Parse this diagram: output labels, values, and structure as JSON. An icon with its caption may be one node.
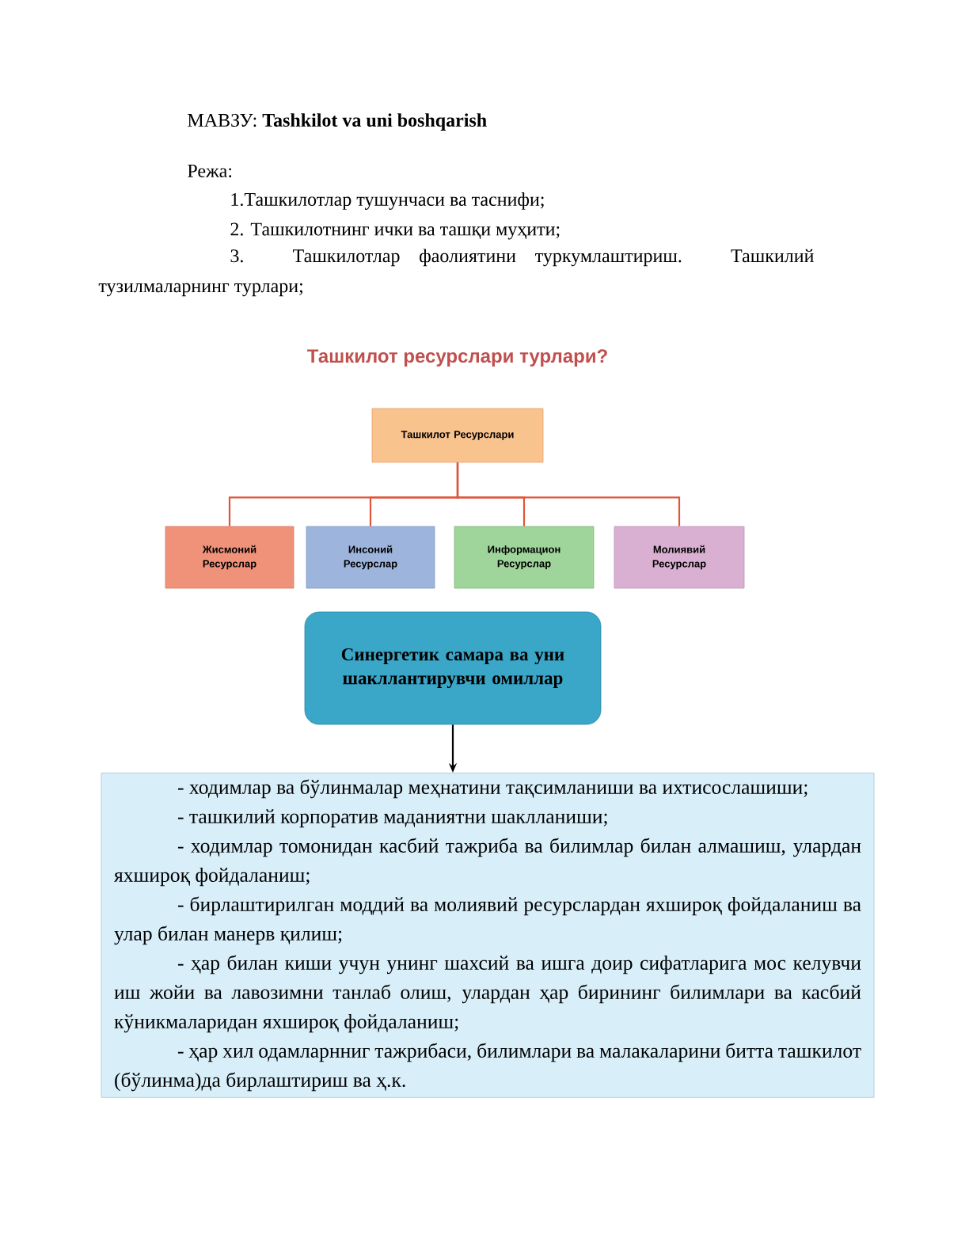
{
  "diagram": {
    "title": "Ташкилот ресурслари турлари?",
    "nodes": [
      {
        "text": [
          "Ташкилот Ресурслари"
        ]
      },
      {
        "text": [
          "Жисмоний Ресурслар"
        ]
      },
      {
        "text": [
          "Инсоний Ресурслар"
        ]
      },
      {
        "text": [
          "Информацион Ресурслар"
        ]
      },
      {
        "text": [
          "Молиявий Ресурслар"
        ]
      },
      {
        "text": [
          "Синергетик самара ва уни шакллантирувчи омиллар"
        ]
      },
      {
        "text": [
          "- ходимлар ва бўлинмалар меҳнатини тақсимланиши ва ихтисослашиши;",
          "- ташкилий корпоратив маданиятни шаклланиши;",
          "- ходимлар томонидан касбий тажриба ва билимлар билан алмашиш, улардан яхшироқ фойдаланиш;",
          "- бирлаштирилган моддий ва молиявий ресурслардан яхшироқ фойдаланиш ва улар билан манерв қилиш;",
          "- ҳар билан киши учун унинг шахсий ва ишга доир сифатларига мос келувчи иш жойи ва лавозимни танлаб олиш, улардан ҳар бирининг билимлари ва касбий кўникмаларидан яхшироқ фойдаланиш;",
          "- ҳар хил одамларнниг тажрибаси, билимлари ва малакаларини битта ташкилот (бўлинма)да бирлаштириш ва ҳ.к."
        ]
      }
    ],
    "edges": [
      {
        "from": 0,
        "to": 1,
        "arrow": "none",
        "color": "#e0553a"
      },
      {
        "from": 0,
        "to": 2,
        "arrow": "none",
        "color": "#e0553a"
      },
      {
        "from": 0,
        "to": 3,
        "arrow": "none",
        "color": "#e0553a"
      },
      {
        "from": 0,
        "to": 4,
        "arrow": "none",
        "color": "#e0553a"
      },
      {
        "from": 5,
        "to": 6,
        "arrow": "to",
        "color": "#000000"
      }
    ],
    "labels": [
      "МАВЗУ: **Tashkilot va uni boshqarish**",
      "Режа:",
      "1.Ташкилотлар тушунчаси ва таснифи;",
      "2. Ташкилотнинг ички ва ташқи муҳити;",
      "3. Ташкилотлар фаолиятини туркумлаштириш. Ташкилий тузилмаларнинг турлари;"
    ]
  }
}
